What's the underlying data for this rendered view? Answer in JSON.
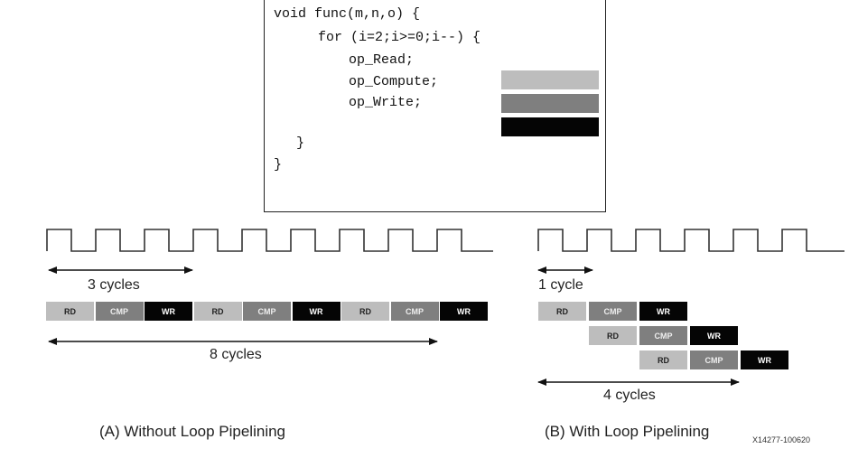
{
  "code": {
    "lines": [
      "void func(m,n,o) {",
      "for (i=2;i>=0;i--) {",
      "op_Read;",
      "op_Compute;",
      "op_Write;",
      "}",
      "}"
    ]
  },
  "colors": {
    "read": "#bdbdbd",
    "compute": "#7f7f7f",
    "write": "#050505",
    "read_text": "#222222",
    "compute_text": "#eeeeee",
    "write_text": "#ffffff"
  },
  "left": {
    "span_small": "3 cycles",
    "span_large": "8 cycles",
    "caption": "(A) Without Loop Pipelining",
    "blocks": [
      "RD",
      "CMP",
      "WR",
      "RD",
      "CMP",
      "WR",
      "RD",
      "CMP",
      "WR"
    ]
  },
  "right": {
    "span_small": "1 cycle",
    "span_large": "4 cycles",
    "caption": "(B) With Loop Pipelining",
    "rows": [
      [
        "RD",
        "CMP",
        "WR"
      ],
      [
        "RD",
        "CMP",
        "WR"
      ],
      [
        "RD",
        "CMP",
        "WR"
      ]
    ]
  },
  "figure_id": "X14277-100620"
}
